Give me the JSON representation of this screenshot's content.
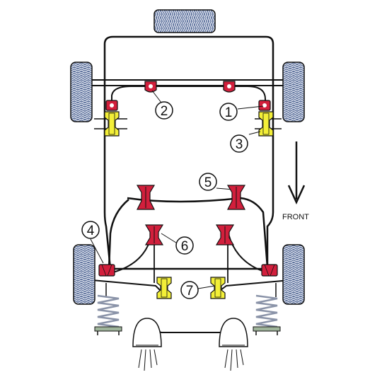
{
  "diagram": {
    "direction_label": "FRONT",
    "callouts": [
      "1",
      "2",
      "3",
      "4",
      "5",
      "6",
      "7"
    ],
    "colors": {
      "outline": "#111111",
      "tyre": "#5b6f9a",
      "bush_red": "#d21f3c",
      "bush_yellow": "#f3ef38",
      "spring": "#8a93a8",
      "spring_seat": "#9fb59b",
      "background": "#ffffff"
    },
    "icons": [
      "tyre-icon",
      "red-bush-icon",
      "yellow-bush-icon",
      "coil-spring-icon",
      "shock-absorber-icon",
      "down-arrow-icon"
    ]
  }
}
